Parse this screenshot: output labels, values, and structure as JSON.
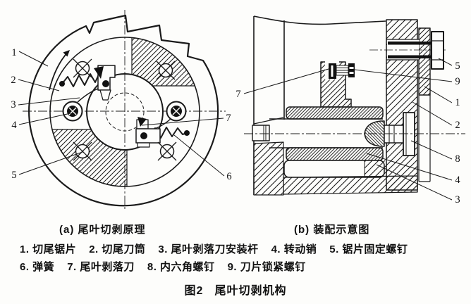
{
  "figure": {
    "caption_a": "(a) 尾叶切剥原理",
    "caption_b": "(b) 装配示意图",
    "fig_number": "图2",
    "fig_title": "尾叶切剥机构",
    "parts_line1": [
      "1. 切尾锯片",
      "2. 切尾刀筒",
      "3. 尾叶剥落刀安装杆",
      "4. 转动销",
      "5. 锯片固定螺钉"
    ],
    "parts_line2": [
      "6. 弹簧",
      "7. 尾叶剥落刀",
      "8. 内六角螺钉",
      "9. 刀片锁紧螺钉"
    ]
  },
  "left_view": {
    "callouts": {
      "c1": "1",
      "c2": "2",
      "c3": "3",
      "c4": "4",
      "c5": "5",
      "c6": "6",
      "c7": "7"
    }
  },
  "right_view": {
    "callouts": {
      "c7": "7",
      "c5": "5",
      "c9": "9",
      "c1": "1",
      "c2": "2",
      "c8": "8",
      "c4": "4",
      "c3": "3"
    }
  },
  "colors": {
    "ink": "#1a1a1a",
    "paper": "#fdfdfb"
  }
}
